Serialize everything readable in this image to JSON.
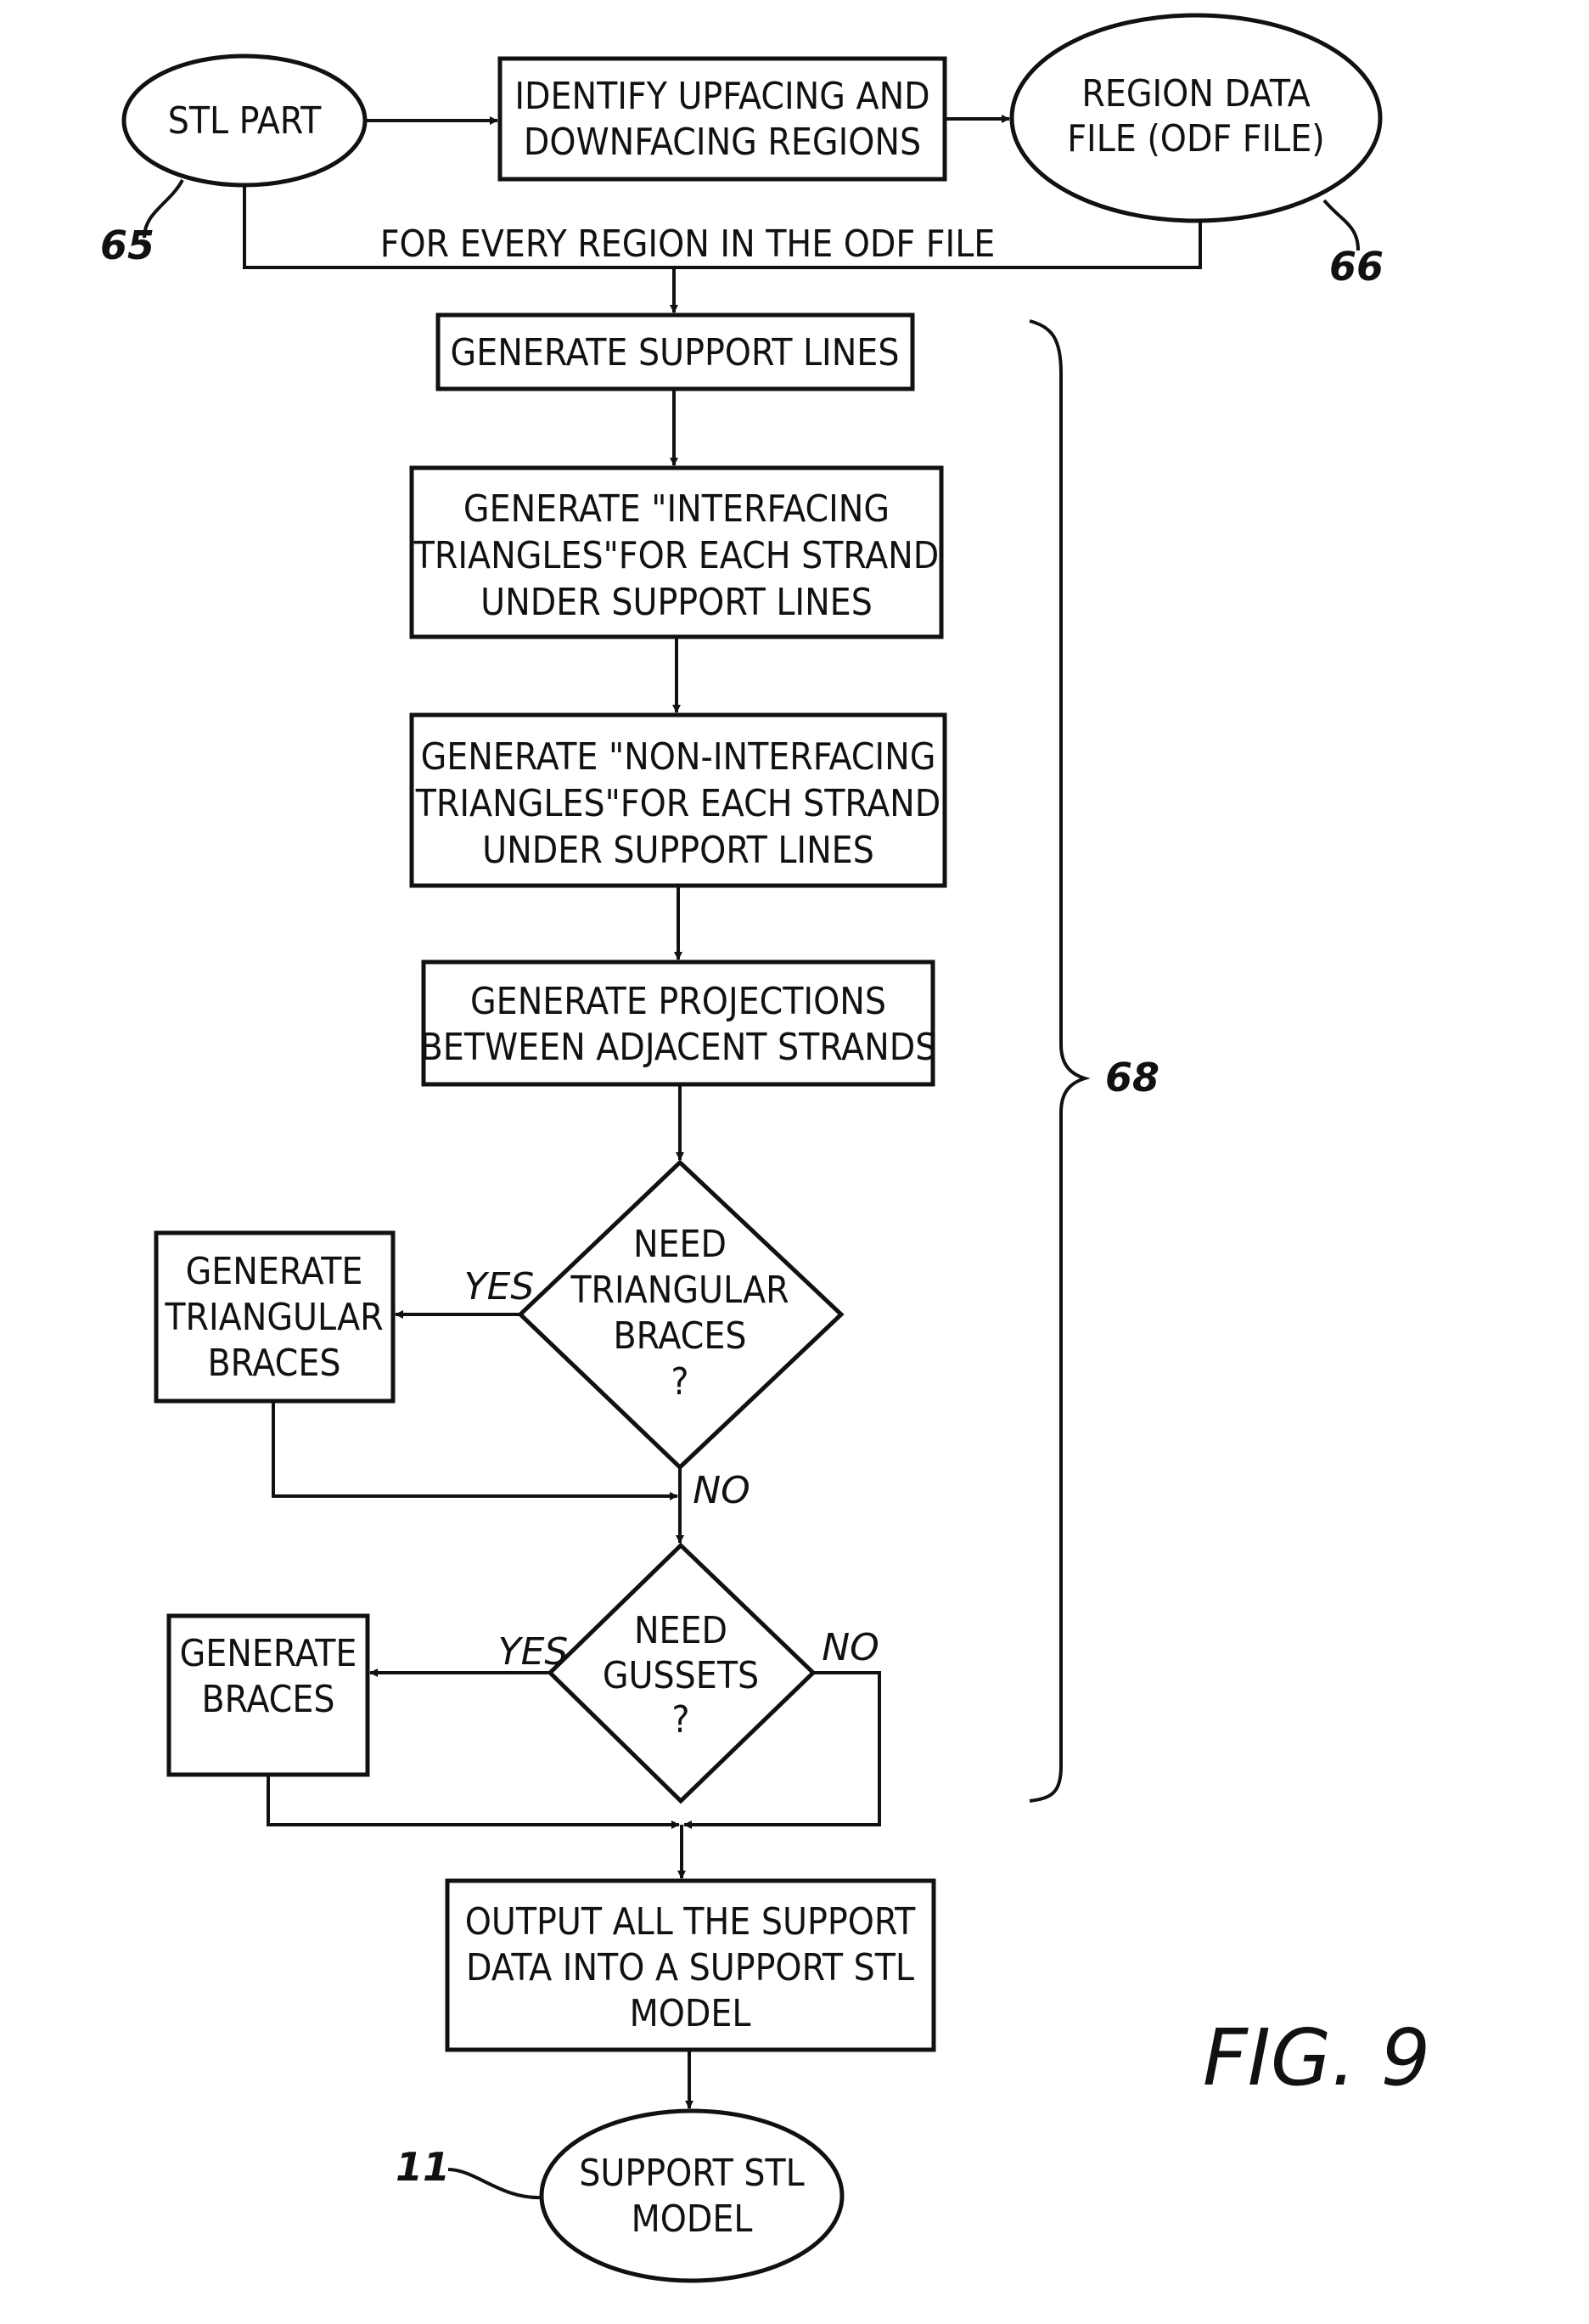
{
  "figure": {
    "label": "FIG. 9"
  },
  "nodes": {
    "stl_part": {
      "lines": [
        "STL PART"
      ],
      "ref": "65"
    },
    "identify": {
      "lines": [
        "IDENTIFY UPFACING AND",
        "DOWNFACING REGIONS"
      ]
    },
    "region_file": {
      "lines": [
        "REGION DATA",
        "FILE (ODF FILE)"
      ],
      "ref": "66"
    },
    "loop_label": "FOR EVERY REGION IN THE ODF FILE",
    "support_lines": {
      "lines": [
        "GENERATE SUPPORT LINES"
      ]
    },
    "interfacing": {
      "lines": [
        "GENERATE \"INTERFACING",
        "TRIANGLES\"FOR EACH STRAND",
        "UNDER SUPPORT LINES"
      ]
    },
    "non_interfacing": {
      "lines": [
        "GENERATE \"NON-INTERFACING",
        "TRIANGLES\"FOR EACH STRAND",
        "UNDER SUPPORT LINES"
      ]
    },
    "projections": {
      "lines": [
        "GENERATE PROJECTIONS",
        "BETWEEN ADJACENT STRANDS"
      ]
    },
    "need_tri": {
      "lines": [
        "NEED",
        "TRIANGULAR",
        "BRACES",
        "?"
      ],
      "yes": "YES",
      "no": "NO"
    },
    "gen_tri": {
      "lines": [
        "GENERATE",
        "TRIANGULAR",
        "BRACES"
      ]
    },
    "need_gussets": {
      "lines": [
        "NEED",
        "GUSSETS",
        "?"
      ],
      "yes": "YES",
      "no": "NO"
    },
    "gen_braces": {
      "lines": [
        "GENERATE",
        "BRACES"
      ]
    },
    "output": {
      "lines": [
        "OUTPUT ALL THE SUPPORT",
        "DATA INTO A SUPPORT STL",
        "MODEL"
      ]
    },
    "support_stl": {
      "lines": [
        "SUPPORT STL",
        "MODEL"
      ],
      "ref": "11"
    }
  },
  "bracket": {
    "ref": "68"
  }
}
